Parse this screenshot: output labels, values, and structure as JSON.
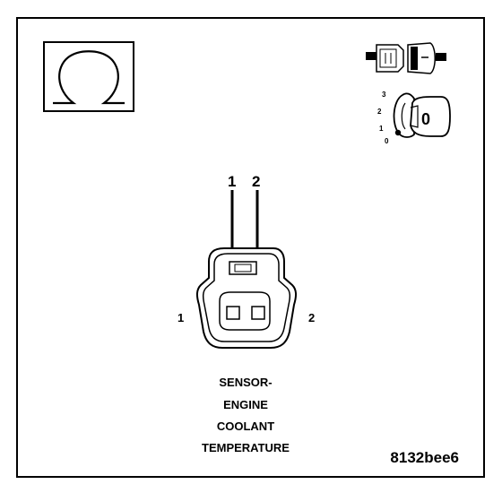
{
  "meter_icon": {
    "symbol": "Ω",
    "name": "ohm-icon"
  },
  "connector_icon": {
    "name": "connector-icon"
  },
  "ignition_icon": {
    "name": "ignition-switch-icon",
    "positions": [
      "3",
      "2",
      "1",
      "0"
    ],
    "key_label": "0"
  },
  "probes": {
    "labels": [
      "1",
      "2"
    ]
  },
  "connector": {
    "name": "sensor-connector",
    "pin_left_label": "1",
    "pin_right_label": "2"
  },
  "caption": {
    "lines": [
      "SENSOR-",
      "ENGINE",
      "COOLANT",
      "TEMPERATURE"
    ]
  },
  "figure_id": "8132bee6",
  "colors": {
    "ink": "#000000",
    "background": "#ffffff"
  }
}
